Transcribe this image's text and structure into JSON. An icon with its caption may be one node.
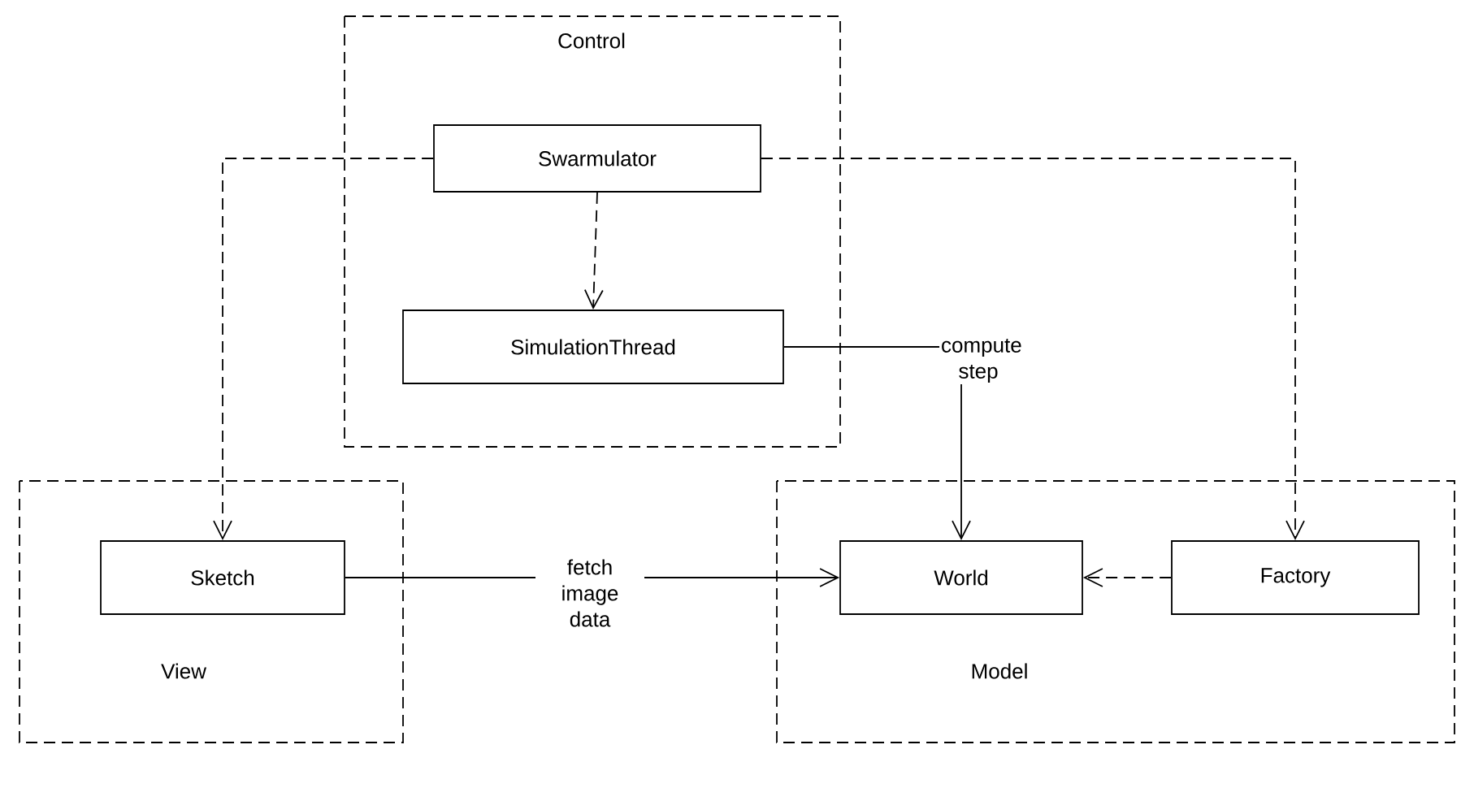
{
  "diagram": {
    "nodes": [
      {
        "text": [
          "Control"
        ]
      },
      {
        "text": [
          "Swarmulator"
        ],
        "in": 0
      },
      {
        "text": [
          "SimulationThread"
        ],
        "in": 0
      },
      {
        "text": [
          "View"
        ]
      },
      {
        "text": [
          "Sketch"
        ],
        "in": 3
      },
      {
        "text": [
          "Model"
        ]
      },
      {
        "text": [
          "World"
        ],
        "in": 5
      },
      {
        "text": [
          "Factory"
        ],
        "in": 5
      }
    ],
    "edges": [
      {
        "from": 1,
        "to": 2,
        "arrow": "to",
        "style": "dashed"
      },
      {
        "from": 1,
        "to": 4,
        "arrow": "to",
        "style": "dashed"
      },
      {
        "from": 1,
        "to": 7,
        "arrow": "to",
        "style": "dashed"
      },
      {
        "from": 2,
        "to": 6,
        "arrow": "to",
        "label": "compute step"
      },
      {
        "from": 4,
        "to": 6,
        "arrow": "to",
        "label": "fetch image data"
      },
      {
        "from": 7,
        "to": 6,
        "arrow": "to",
        "style": "dashed"
      }
    ]
  }
}
